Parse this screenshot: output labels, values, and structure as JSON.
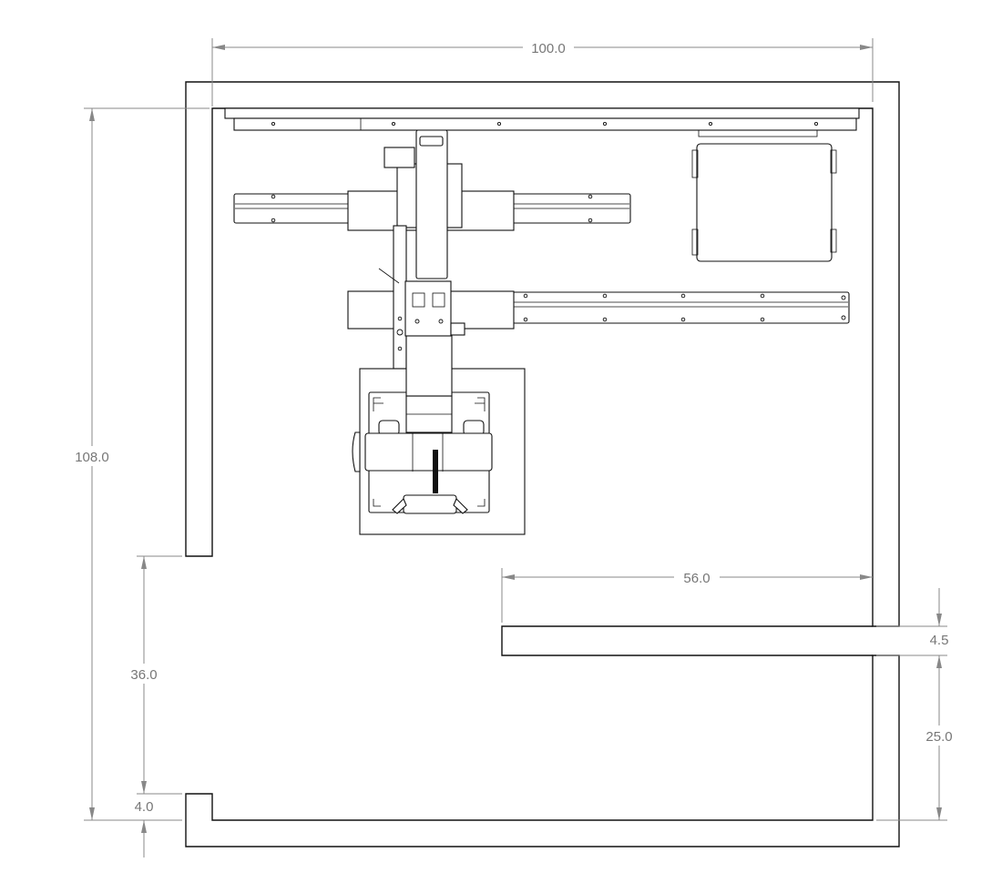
{
  "drawing": {
    "title": "Room floor plan with robotic equipment",
    "dimensions": {
      "overall_width": "100.0",
      "overall_height": "108.0",
      "left_opening": "36.0",
      "left_return": "4.0",
      "partition_length": "56.0",
      "partition_thickness": "4.5",
      "right_opening": "25.0"
    }
  }
}
